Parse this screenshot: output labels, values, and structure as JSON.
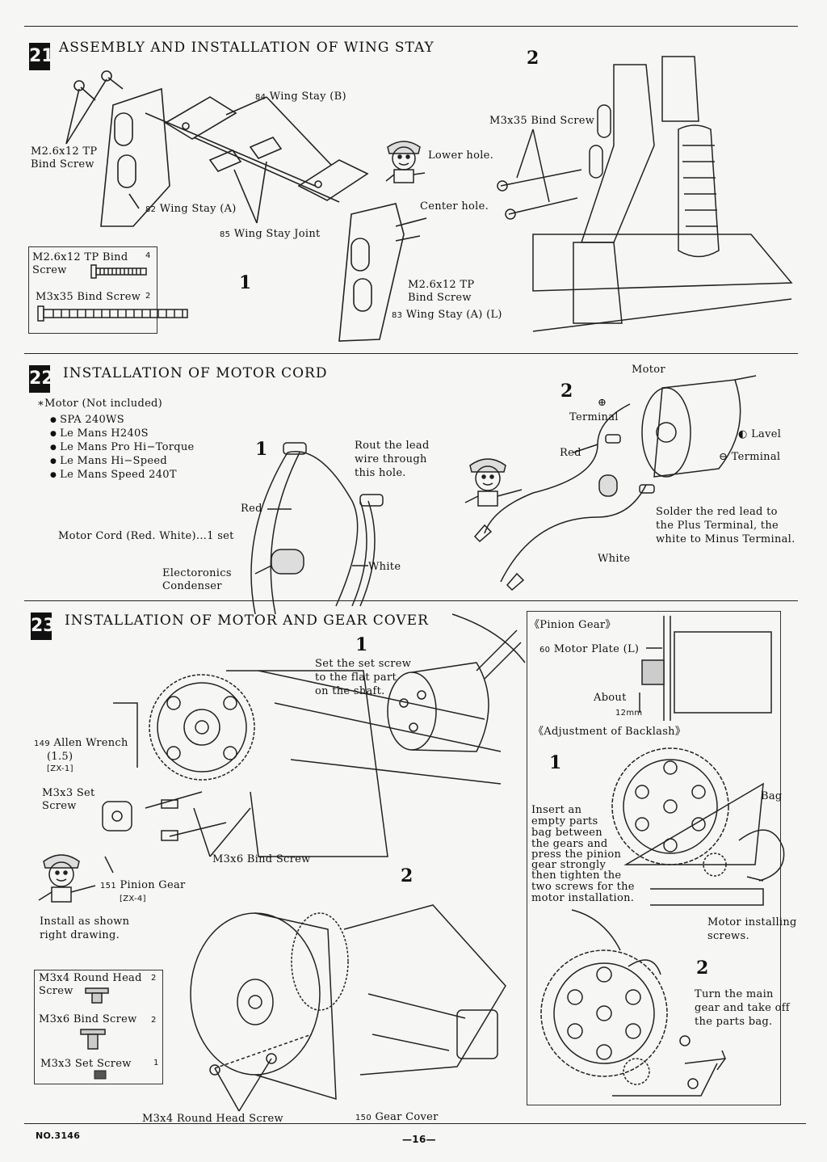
{
  "s21": {
    "num": "21",
    "title": "ASSEMBLY AND INSTALLATION OF WING STAY",
    "step1": "1",
    "step2": "2",
    "wing_stay_b": "Wing Stay (B)",
    "wing_stay_b_num": "84",
    "screw_left": [
      "M2.6x12 TP",
      "Bind Screw"
    ],
    "lower_hole": "Lower hole.",
    "center_hole": "Center hole.",
    "wing_stay_a": "Wing Stay (A)",
    "wing_stay_a_num": "82",
    "wing_stay_joint": "Wing Stay Joint",
    "wing_stay_joint_num": "85",
    "screw_right": [
      "M2.6x12 TP",
      "Bind Screw"
    ],
    "wing_stay_al": "Wing Stay (A) (L)",
    "wing_stay_al_num": "83",
    "m3x35": "M3x35 Bind Screw",
    "parts": [
      {
        "label": [
          "M2.6x12 TP Bind",
          "Screw"
        ],
        "qty": "4"
      },
      {
        "label": [
          "M3x35 Bind Screw"
        ],
        "qty": "2"
      }
    ]
  },
  "s22": {
    "num": "22",
    "title": "INSTALLATION OF MOTOR CORD",
    "motor_note": "∗Motor (Not included)",
    "motors": [
      "SPA 240WS",
      "Le Mans H240S",
      "Le Mans Pro Hi−Torque",
      "Le Mans Hi−Speed",
      "Le Mans Speed 240T"
    ],
    "cord": "Motor Cord (Red. White)...1 set",
    "step1": "1",
    "step2": "2",
    "rout": [
      "Rout the lead",
      "wire through",
      "this hole."
    ],
    "red": "Red",
    "white": "White",
    "condenser": [
      "Electoronics",
      "Condenser"
    ],
    "motor": "Motor",
    "plus": "⊕",
    "terminal": "Terminal",
    "lavel": "Lavel",
    "minus_terminal": "⊖ Terminal",
    "red2": "Red",
    "white2": "White",
    "solder": [
      "Solder the red lead to",
      "the Plus Terminal, the",
      "white to Minus Terminal."
    ]
  },
  "s23": {
    "num": "23",
    "title": "INSTALLATION OF MOTOR AND GEAR COVER",
    "step1": "1",
    "step2": "2",
    "set_screw_note": [
      "Set the set screw",
      "to the flat part",
      "on the shaft."
    ],
    "allen": [
      "Allen Wrench",
      "(1.5)"
    ],
    "allen_num": "149",
    "allen_code": "[ZX-1]",
    "m3x3": [
      "M3x3 Set",
      "Screw"
    ],
    "m3x6": "M3x6 Bind Screw",
    "pinion": "Pinion Gear",
    "pinion_num": "151",
    "pinion_code": "[ZX-4]",
    "install_note": [
      "Install as shown",
      "right drawing."
    ],
    "m3x4": "M3x4 Round Head Screw",
    "gear_cover": "Gear Cover",
    "gear_cover_num": "150",
    "parts": [
      {
        "label": [
          "M3x4 Round Head",
          "Screw"
        ],
        "qty": "2"
      },
      {
        "label": [
          "M3x6 Bind Screw"
        ],
        "qty": "2"
      },
      {
        "label": [
          "M3x3 Set Screw"
        ],
        "qty": "1"
      }
    ],
    "pinion_header": "《Pinion Gear》",
    "motor_plate": "Motor Plate (L)",
    "motor_plate_num": "60",
    "about": "About",
    "about_mm": "12mm",
    "backlash_header": "《Adjustment of Backlash》",
    "b_step1": "1",
    "bag": "Bag",
    "insert": [
      "Insert an",
      "empty parts",
      "bag between",
      "the gears and",
      "press the pinion",
      "gear strongly",
      "then tighten the",
      "two screws for the",
      "motor installation."
    ],
    "motor_screws": [
      "Motor installing",
      "screws."
    ],
    "b_step2": "2",
    "turn": [
      "Turn the main",
      "gear and take off",
      "the parts bag."
    ]
  },
  "footer": {
    "code": "NO.3146",
    "page": "—16—"
  }
}
